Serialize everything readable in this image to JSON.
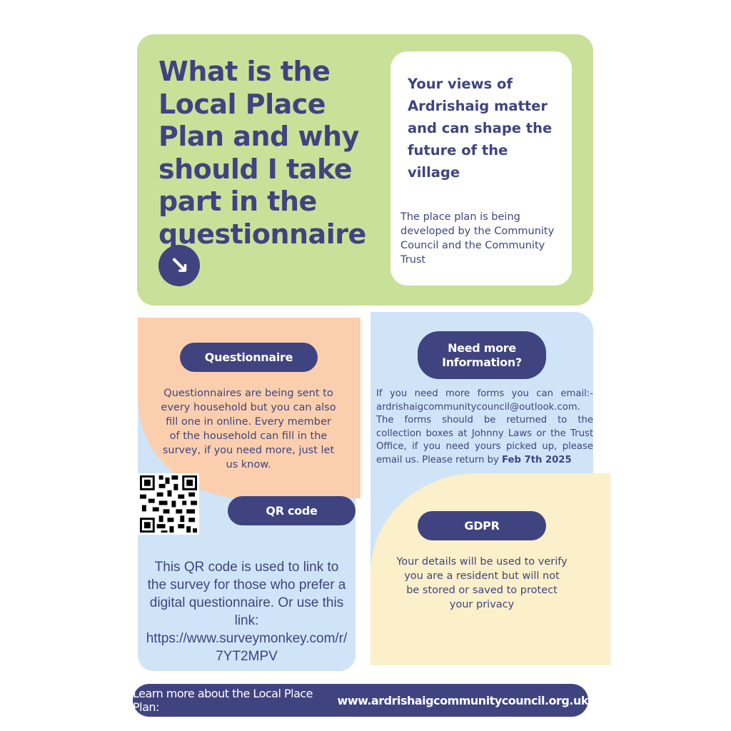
{
  "hero": {
    "title": "What is the Local Place Plan and why should I take part in the questionnaire",
    "arrow_icon": "arrow-down-right",
    "views": "Your views of Ardrishaig matter and can shape the future of the village",
    "developed": "The place plan is being developed by the Community Council and the Community Trust"
  },
  "questionnaire": {
    "label": "Questionnaire",
    "text": "Questionnaires are being sent to every household but you can also fill one in online. Every member of the household can fill in the survey, if you need more, just let us know."
  },
  "qr": {
    "label": "QR code",
    "text": "This QR code is used to link to the survey for those who prefer a digital questionnaire. Or use this link: https://www.surveymonkey.com/r/7YT2MPV"
  },
  "info": {
    "label": "Need more Information?",
    "text": "If you need more forms you can email:- ardrishaigcommunitycouncil@outlook.com. The forms should be returned to the collection boxes at Johnny Laws or the Trust Office, if you need yours picked up, please email us. Please return by ",
    "date": "Feb 7th 2025"
  },
  "gdpr": {
    "label": "GDPR",
    "text": "Your details will be used to verify you are a resident but will not be stored or saved to protect your privacy"
  },
  "footer": {
    "prefix": "Learn more about the Local Place Plan: ",
    "url": "www.ardrishaigcommunitycouncil.org.uk"
  },
  "colors": {
    "navy": "#3f4480",
    "green": "#c9e098",
    "peach": "#fbcfae",
    "blue": "#cfe4f7",
    "yellow": "#fbf0c9"
  }
}
